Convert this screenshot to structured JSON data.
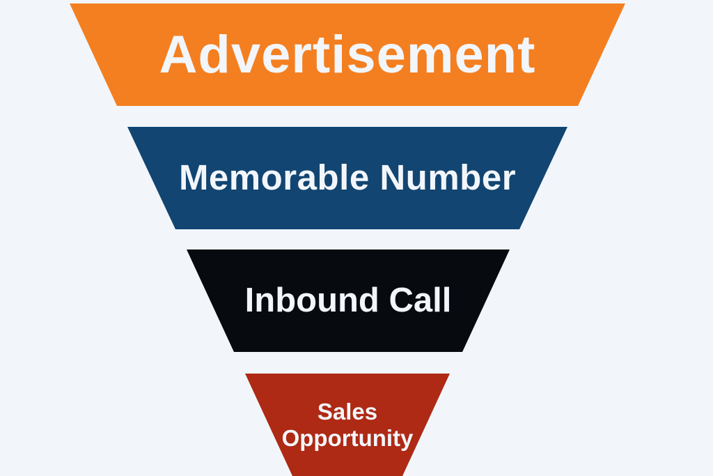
{
  "funnel": {
    "stages": [
      {
        "label": "Advertisement",
        "color": "#f47f20"
      },
      {
        "label": "Memorable Number",
        "color": "#124571"
      },
      {
        "label": "Inbound Call",
        "color": "#070a0f"
      },
      {
        "label_lines": [
          "Sales",
          "Opportunity"
        ],
        "color": "#ae2a14"
      }
    ]
  },
  "colors": {
    "background": "#f2f6fb",
    "text": "#f2f6fb"
  }
}
